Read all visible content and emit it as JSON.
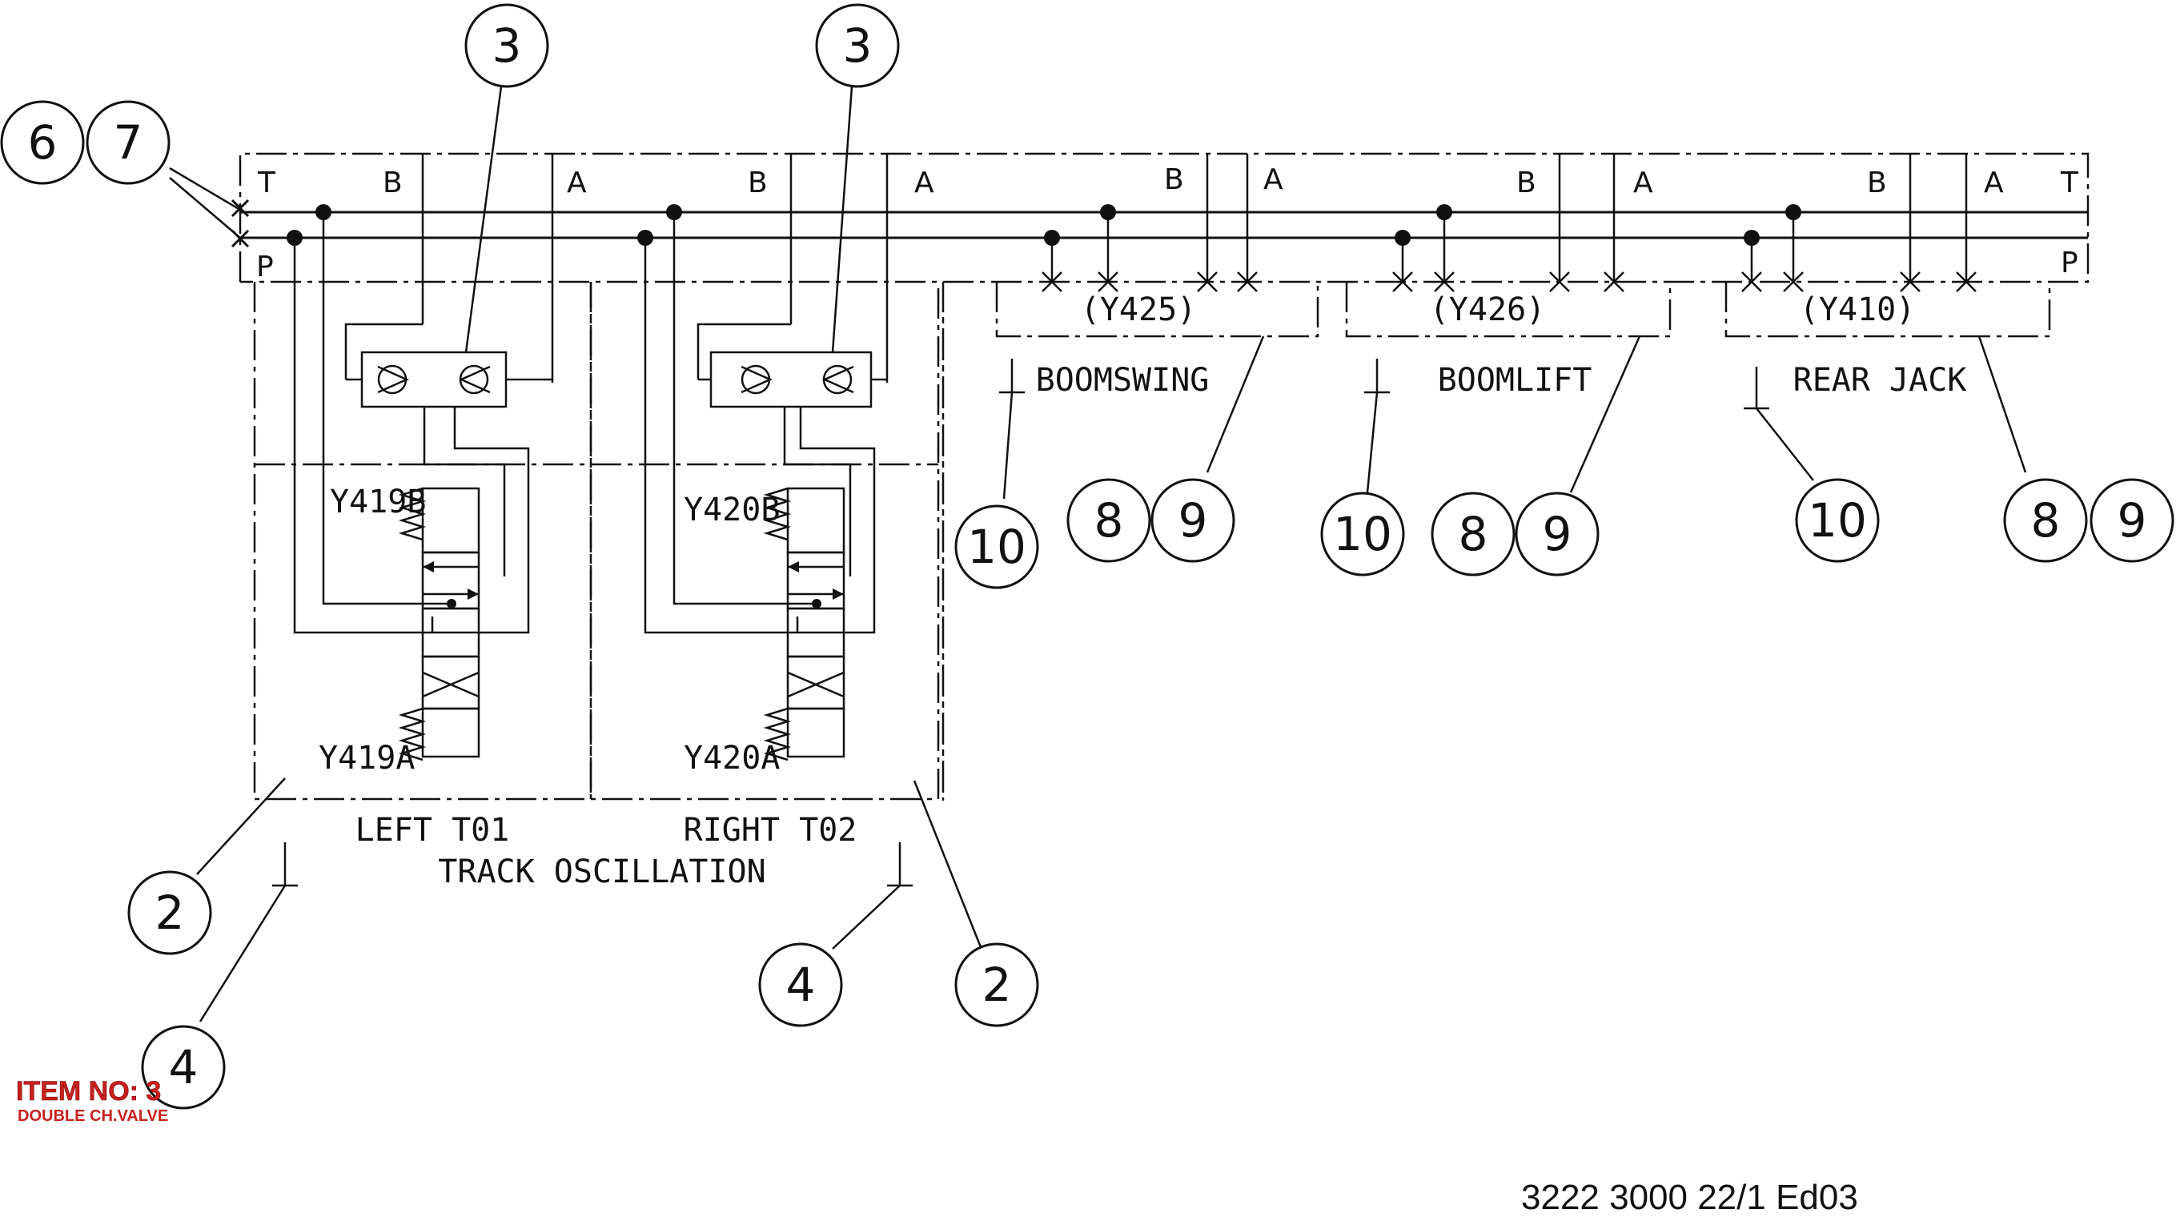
{
  "ports": {
    "tank": "T",
    "pressure": "P",
    "a": "A",
    "b": "B"
  },
  "solenoids": {
    "y419b": "Y419B",
    "y419a": "Y419A",
    "y420b": "Y420B",
    "y420a": "Y420A",
    "y425": "(Y425)",
    "y426": "(Y426)",
    "y410": "(Y410)"
  },
  "sections": {
    "left": "LEFT T01",
    "right": "RIGHT T02",
    "track_oscillation": "TRACK OSCILLATION",
    "boomswing": "BOOMSWING",
    "boomlift": "BOOMLIFT",
    "rear_jack": "REAR JACK"
  },
  "callouts": {
    "n2": "2",
    "n3": "3",
    "n4": "4",
    "n6": "6",
    "n7": "7",
    "n8": "8",
    "n9": "9",
    "n10": "10"
  },
  "item": {
    "title": "ITEM NO: 3",
    "subtitle": "DOUBLE CH.VALVE"
  },
  "document_number": "3222 3000 22/1  Ed03"
}
